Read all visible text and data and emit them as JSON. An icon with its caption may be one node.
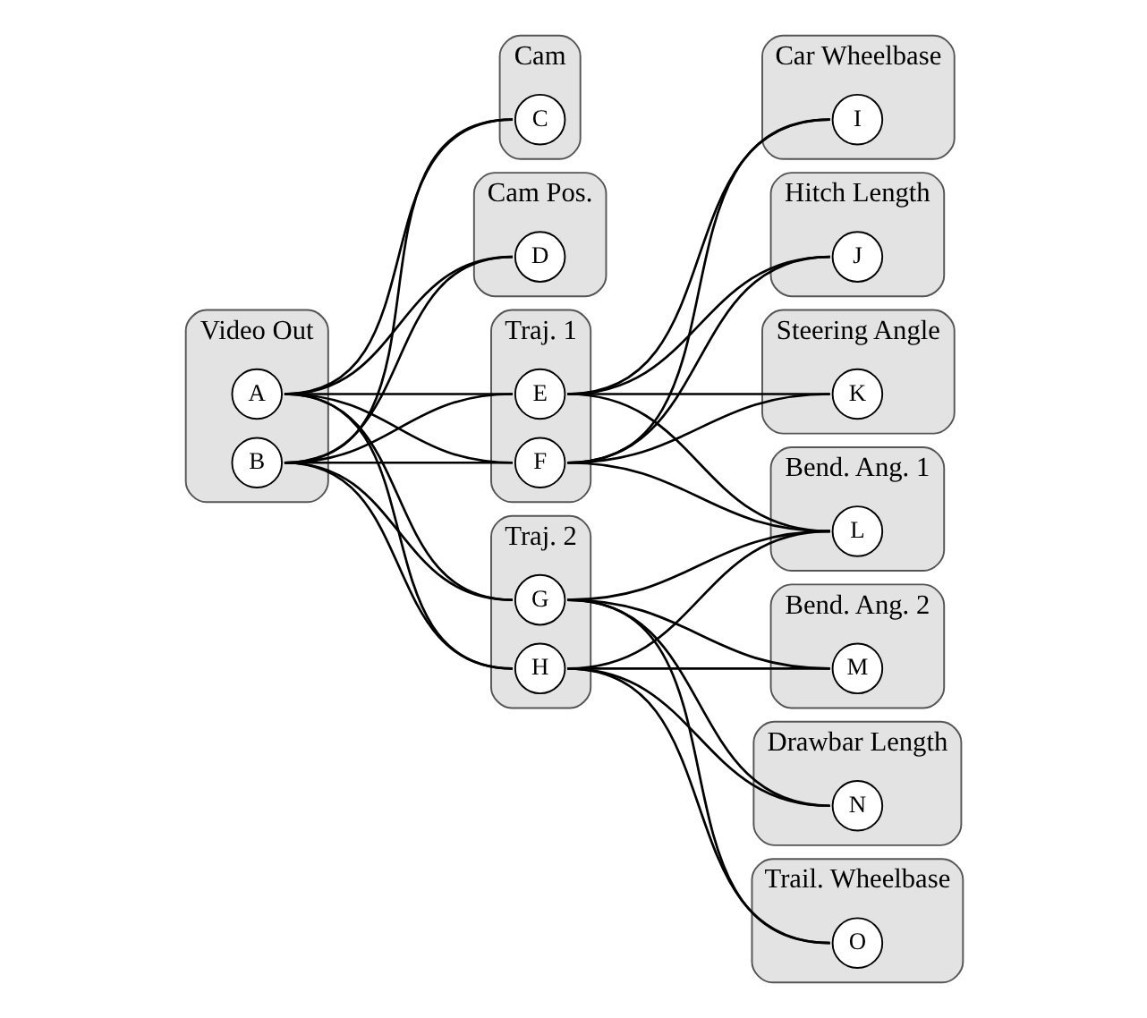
{
  "diagram": {
    "nodes": [
      {
        "text": [
          "Video Out"
        ]
      },
      {
        "text": [
          "A"
        ],
        "in": 0
      },
      {
        "text": [
          "B"
        ],
        "in": 0
      },
      {
        "text": [
          "Cam"
        ]
      },
      {
        "text": [
          "C"
        ],
        "in": 3
      },
      {
        "text": [
          "Cam Pos."
        ]
      },
      {
        "text": [
          "D"
        ],
        "in": 5
      },
      {
        "text": [
          "Traj. 1"
        ]
      },
      {
        "text": [
          "E"
        ],
        "in": 7
      },
      {
        "text": [
          "F"
        ],
        "in": 7
      },
      {
        "text": [
          "Traj. 2"
        ]
      },
      {
        "text": [
          "G"
        ],
        "in": 10
      },
      {
        "text": [
          "H"
        ],
        "in": 10
      },
      {
        "text": [
          "Car Wheelbase"
        ]
      },
      {
        "text": [
          "I"
        ],
        "in": 13
      },
      {
        "text": [
          "Hitch Length"
        ]
      },
      {
        "text": [
          "J"
        ],
        "in": 15
      },
      {
        "text": [
          "Steering Angle"
        ]
      },
      {
        "text": [
          "K"
        ],
        "in": 17
      },
      {
        "text": [
          "Bend. Ang. 1"
        ]
      },
      {
        "text": [
          "L"
        ],
        "in": 19
      },
      {
        "text": [
          "Bend. Ang. 2"
        ]
      },
      {
        "text": [
          "M"
        ],
        "in": 21
      },
      {
        "text": [
          "Drawbar Length"
        ]
      },
      {
        "text": [
          "N"
        ],
        "in": 23
      },
      {
        "text": [
          "Trail. Wheelbase"
        ]
      },
      {
        "text": [
          "O"
        ],
        "in": 25
      }
    ],
    "edges": [
      {
        "from": 1,
        "to": 4,
        "arrow": "none"
      },
      {
        "from": 1,
        "to": 6,
        "arrow": "none"
      },
      {
        "from": 2,
        "to": 4,
        "arrow": "none"
      },
      {
        "from": 2,
        "to": 6,
        "arrow": "none"
      },
      {
        "from": 1,
        "to": 8,
        "arrow": "none"
      },
      {
        "from": 1,
        "to": 9,
        "arrow": "none"
      },
      {
        "from": 1,
        "to": 11,
        "arrow": "none"
      },
      {
        "from": 1,
        "to": 12,
        "arrow": "none"
      },
      {
        "from": 2,
        "to": 8,
        "arrow": "none"
      },
      {
        "from": 2,
        "to": 9,
        "arrow": "none"
      },
      {
        "from": 2,
        "to": 11,
        "arrow": "none"
      },
      {
        "from": 2,
        "to": 12,
        "arrow": "none"
      },
      {
        "from": 8,
        "to": 14,
        "arrow": "none"
      },
      {
        "from": 8,
        "to": 16,
        "arrow": "none"
      },
      {
        "from": 8,
        "to": 18,
        "arrow": "none"
      },
      {
        "from": 8,
        "to": 20,
        "arrow": "none"
      },
      {
        "from": 9,
        "to": 14,
        "arrow": "none"
      },
      {
        "from": 9,
        "to": 16,
        "arrow": "none"
      },
      {
        "from": 9,
        "to": 18,
        "arrow": "none"
      },
      {
        "from": 9,
        "to": 20,
        "arrow": "none"
      },
      {
        "from": 11,
        "to": 20,
        "arrow": "none"
      },
      {
        "from": 11,
        "to": 22,
        "arrow": "none"
      },
      {
        "from": 11,
        "to": 24,
        "arrow": "none"
      },
      {
        "from": 11,
        "to": 26,
        "arrow": "none"
      },
      {
        "from": 12,
        "to": 20,
        "arrow": "none"
      },
      {
        "from": 12,
        "to": 22,
        "arrow": "none"
      },
      {
        "from": 12,
        "to": 24,
        "arrow": "none"
      },
      {
        "from": 12,
        "to": 26,
        "arrow": "none"
      }
    ]
  }
}
